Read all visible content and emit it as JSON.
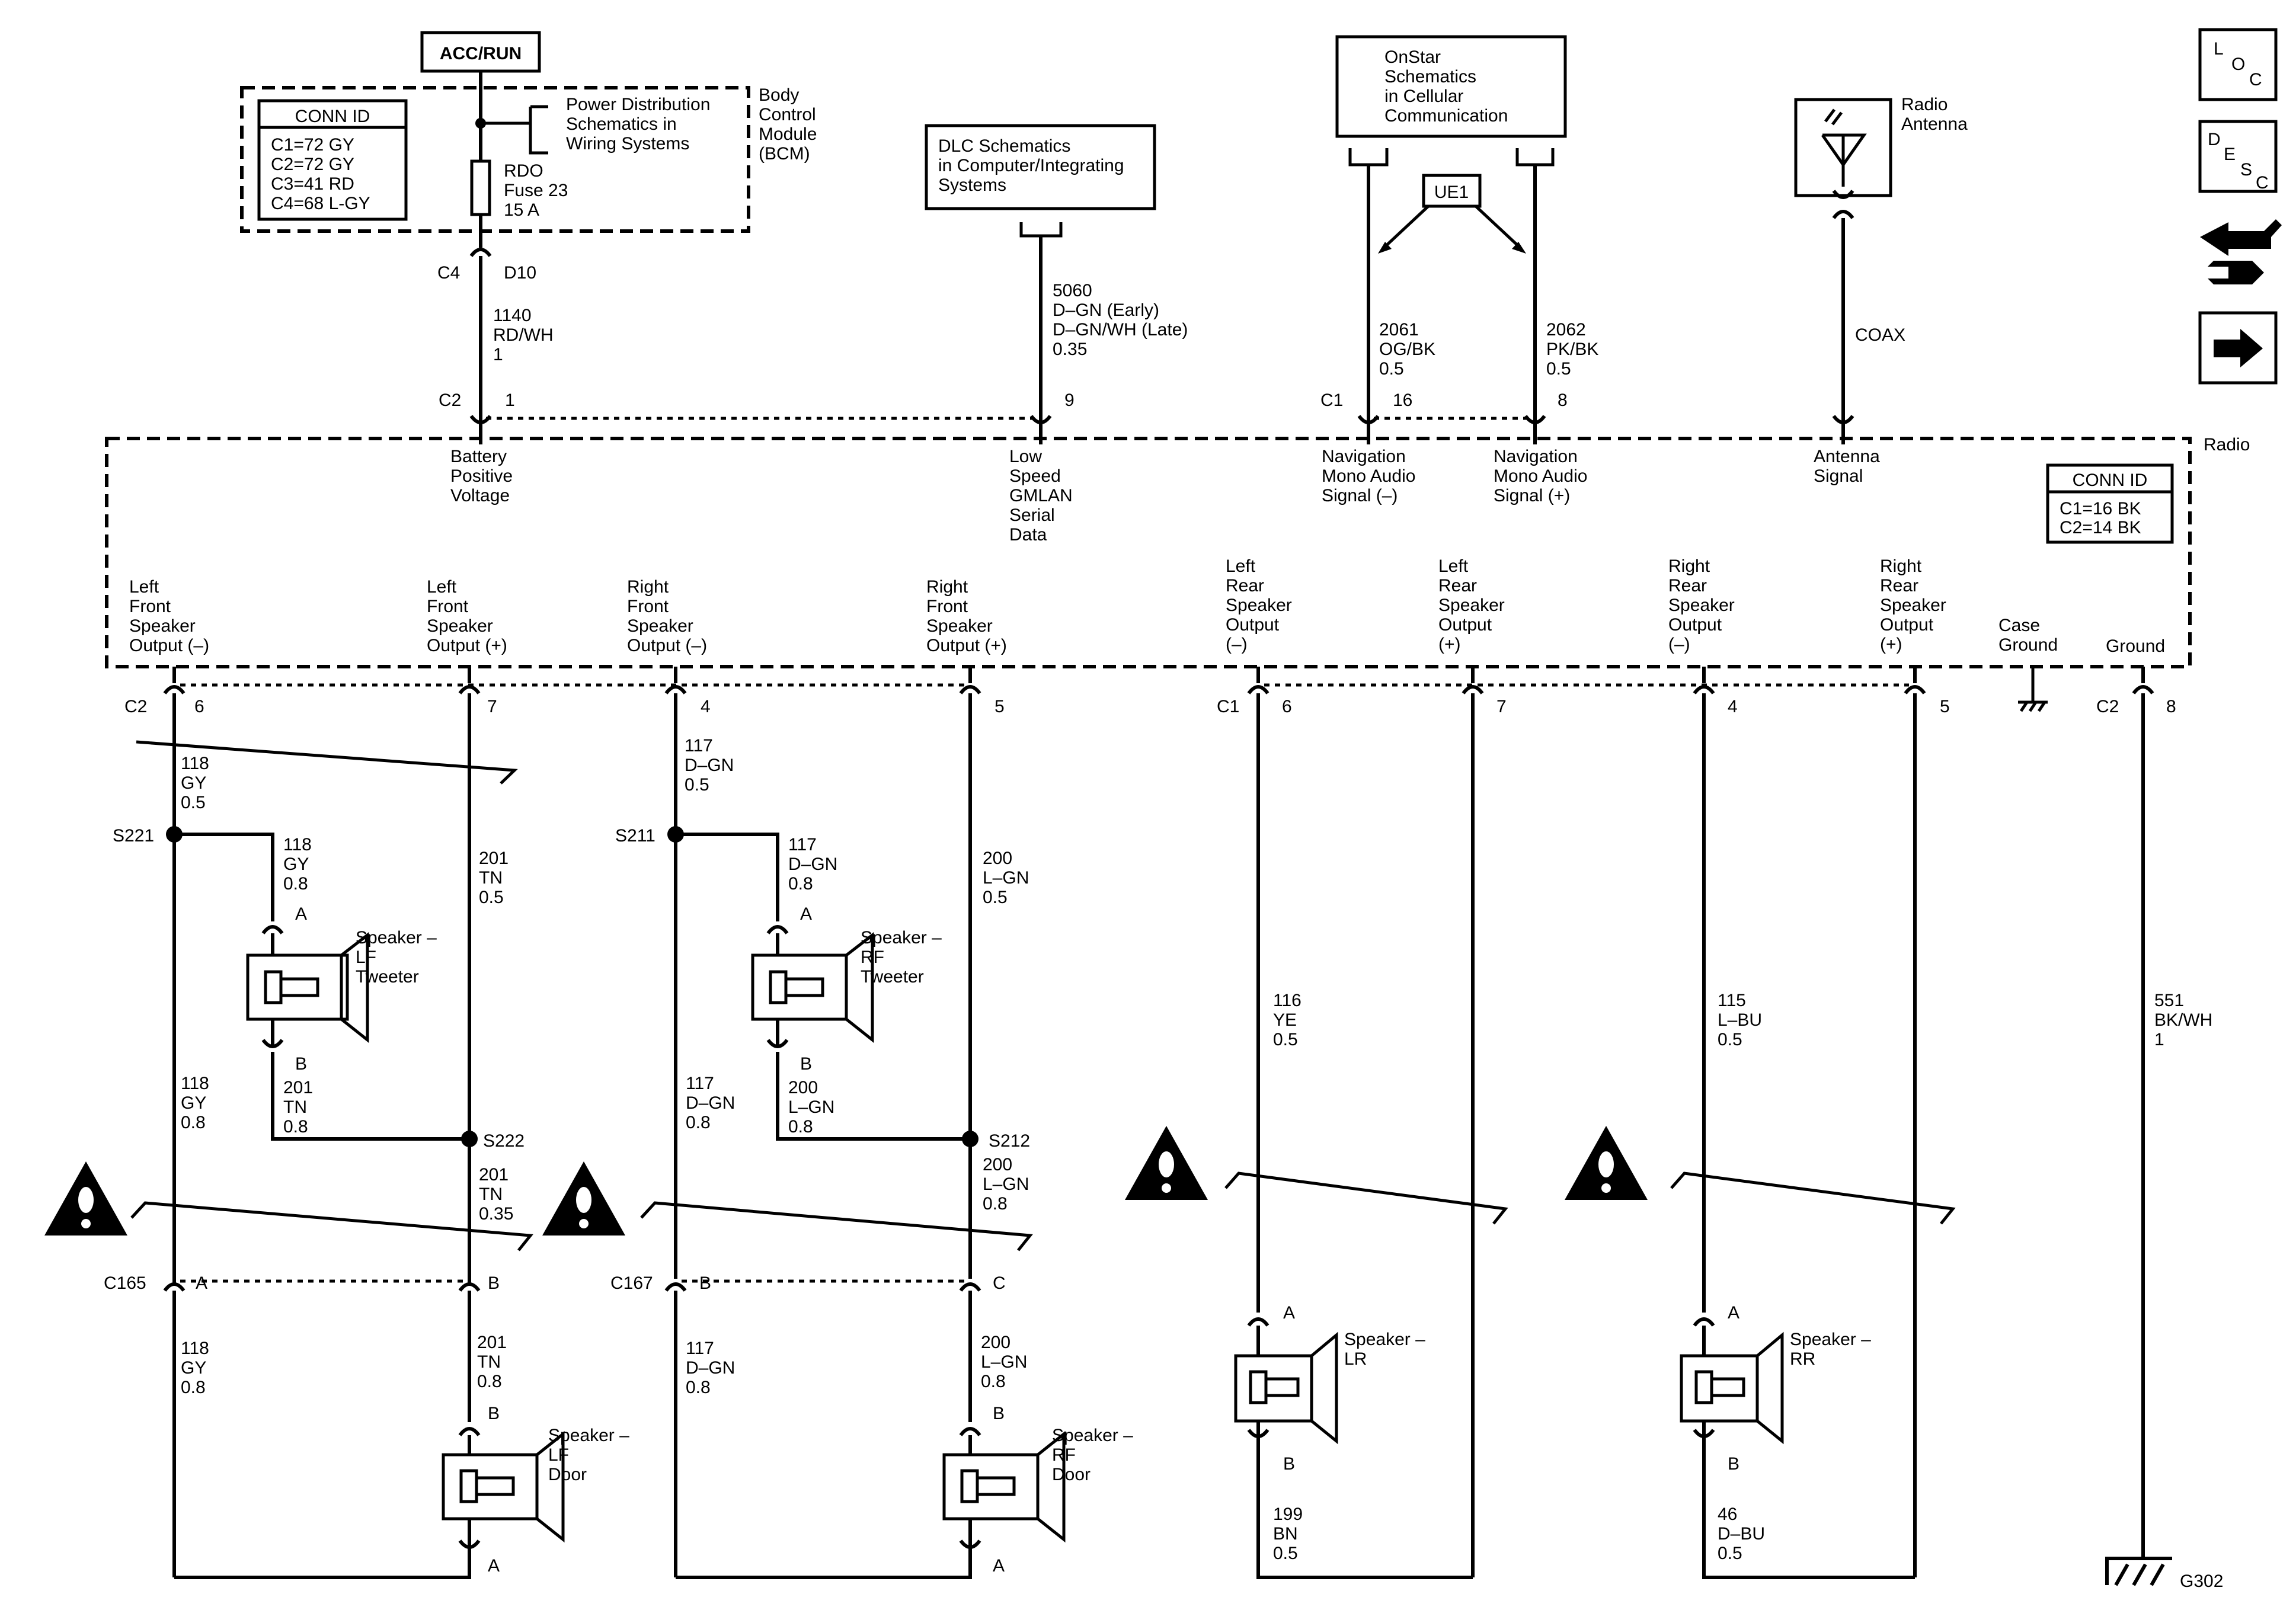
{
  "labels": {
    "acc_run": "ACC/RUN",
    "bcm_conn_title": "CONN ID",
    "bcm_conn": [
      "C1=72 GY",
      "C2=72 GY",
      "C3=41 RD",
      "C4=68  L-GY"
    ],
    "power_dist": [
      "Power Distribution",
      "Schematics in",
      "Wiring Systems"
    ],
    "bcm": [
      "Body",
      "Control",
      "Module",
      "(BCM)"
    ],
    "fuse": [
      "RDO",
      "Fuse 23",
      "15 A"
    ],
    "c4": "C4",
    "d10": "D10",
    "w1140": [
      "1140",
      "RD/WH",
      "1"
    ],
    "dlc": [
      "DLC Schematics",
      "in Computer/Integrating",
      "Systems"
    ],
    "w5060": [
      "5060",
      "D–GN (Early)",
      "D–GN/WH (Late)",
      "0.35"
    ],
    "onstar": [
      "OnStar",
      "Schematics",
      "in Cellular",
      "Communication"
    ],
    "ue1": "UE1",
    "w2061": [
      "2061",
      "OG/BK",
      "0.5"
    ],
    "w2062": [
      "2062",
      "PK/BK",
      "0.5"
    ],
    "radio_antenna": [
      "Radio",
      "Antenna"
    ],
    "coax": "COAX",
    "radio": "Radio",
    "radio_conn_title": "CONN ID",
    "radio_conn": [
      "C1=16 BK",
      "C2=14 BK"
    ],
    "c2": "C2",
    "c1": "C1",
    "pin1": "1",
    "pin9": "9",
    "pin16": "16",
    "pin8": "8",
    "batt": [
      "Battery",
      "Positive",
      "Voltage"
    ],
    "gmlan": [
      "Low",
      "Speed",
      "GMLAN",
      "Serial",
      "Data"
    ],
    "nav_minus": [
      "Navigation",
      "Mono Audio",
      "Signal (–)"
    ],
    "nav_plus": [
      "Navigation",
      "Mono Audio",
      "Signal (+)"
    ],
    "ant_sig": [
      "Antenna",
      "Signal"
    ],
    "lf_minus": [
      "Left",
      "Front",
      "Speaker",
      "Output (–)"
    ],
    "lf_plus": [
      "Left",
      "Front",
      "Speaker",
      "Output (+)"
    ],
    "rf_minus": [
      "Right",
      "Front",
      "Speaker",
      "Output (–)"
    ],
    "rf_plus": [
      "Right",
      "Front",
      "Speaker",
      "Output (+)"
    ],
    "lr_minus": [
      "Left",
      "Rear",
      "Speaker",
      "Output",
      "(–)"
    ],
    "lr_plus": [
      "Left",
      "Rear",
      "Speaker",
      "Output",
      "(+)"
    ],
    "rr_minus": [
      "Right",
      "Rear",
      "Speaker",
      "Output",
      "(–)"
    ],
    "rr_plus": [
      "Right",
      "Rear",
      "Speaker",
      "Output",
      "(+)"
    ],
    "case_ground": [
      "Case",
      "Ground"
    ],
    "ground": "Ground",
    "p6": "6",
    "p7": "7",
    "p4": "4",
    "p5": "5",
    "p8": "8",
    "w118a": [
      "118",
      "GY",
      "0.5"
    ],
    "w118b": [
      "118",
      "GY",
      "0.8"
    ],
    "w118c": [
      "118",
      "GY",
      "0.8"
    ],
    "w118d": [
      "118",
      "GY",
      "0.8"
    ],
    "w201a": [
      "201",
      "TN",
      "0.5"
    ],
    "w201b": [
      "201",
      "TN",
      "0.8"
    ],
    "w201c": [
      "201",
      "TN",
      "0.35"
    ],
    "w201d": [
      "201",
      "TN",
      "0.8"
    ],
    "w117a": [
      "117",
      "D–GN",
      "0.5"
    ],
    "w117b": [
      "117",
      "D–GN",
      "0.8"
    ],
    "w117c": [
      "117",
      "D–GN",
      "0.8"
    ],
    "w117d": [
      "117",
      "D–GN",
      "0.8"
    ],
    "w200a": [
      "200",
      "L–GN",
      "0.5"
    ],
    "w200b": [
      "200",
      "L–GN",
      "0.8"
    ],
    "w200c": [
      "200",
      "L–GN",
      "0.8"
    ],
    "w200d": [
      "200",
      "L–GN",
      "0.8"
    ],
    "w116": [
      "116",
      "YE",
      "0.5"
    ],
    "w115": [
      "115",
      "L–BU",
      "0.5"
    ],
    "w551": [
      "551",
      "BK/WH",
      "1"
    ],
    "w199": [
      "199",
      "BN",
      "0.5"
    ],
    "w46": [
      "46",
      "D–BU",
      "0.5"
    ],
    "s221": "S221",
    "s211": "S211",
    "s222": "S222",
    "s212": "S212",
    "pinA": "A",
    "pinB": "B",
    "pinC": "C",
    "lf_tweeter": [
      "Speaker –",
      "LF",
      "Tweeter"
    ],
    "rf_tweeter": [
      "Speaker –",
      "RF",
      "Tweeter"
    ],
    "lf_door": [
      "Speaker –",
      "LF",
      "Door"
    ],
    "rf_door": [
      "Speaker –",
      "RF",
      "Door"
    ],
    "lr": [
      "Speaker –",
      "LR"
    ],
    "rr": [
      "Speaker –",
      "RR"
    ],
    "c165": "C165",
    "c167": "C167",
    "g302": "G302",
    "loc": [
      "L",
      "O",
      "C"
    ],
    "desc": [
      "D",
      "E",
      "S",
      "C"
    ]
  }
}
